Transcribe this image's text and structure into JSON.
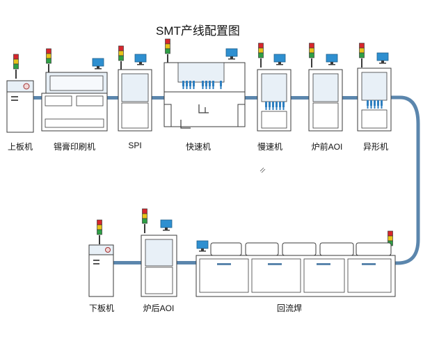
{
  "title": "SMT产线配置图",
  "colors": {
    "conveyor": "#5b86ad",
    "outline": "#3a3a3a",
    "panel": "#e8f0f7",
    "monitor": "#2e8fd0",
    "lamp_red": "#d8262c",
    "lamp_yellow": "#e8c31a",
    "lamp_green": "#2e9f45"
  },
  "machines": {
    "loader": "上板机",
    "printer": "锡膏印刷机",
    "spi": "SPI",
    "fast_mounter": "快速机",
    "slow_mounter": "慢速机",
    "pre_aoi": "炉前AOI",
    "odd_form": "异形机",
    "unloader": "下板机",
    "post_aoi": "炉后AOI",
    "reflow": "回流焊"
  }
}
